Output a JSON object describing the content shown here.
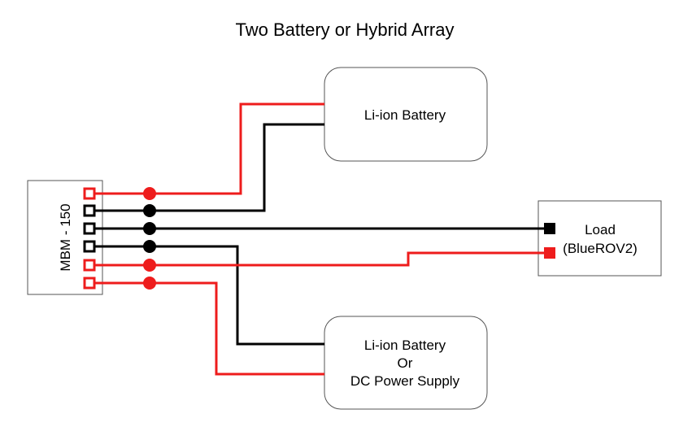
{
  "title": "Two Battery or Hybrid Array",
  "colors": {
    "positive": "#ee1c1c",
    "negative": "#000000",
    "box_border": "#555555"
  },
  "mbm": {
    "label": "MBM - 150"
  },
  "battery_top": {
    "label": "Li-ion Battery"
  },
  "battery_bottom": {
    "line1": "Li-ion Battery",
    "line2": "Or",
    "line3": "DC Power Supply"
  },
  "load": {
    "line1": "Load",
    "line2": "(BlueROV2)"
  }
}
